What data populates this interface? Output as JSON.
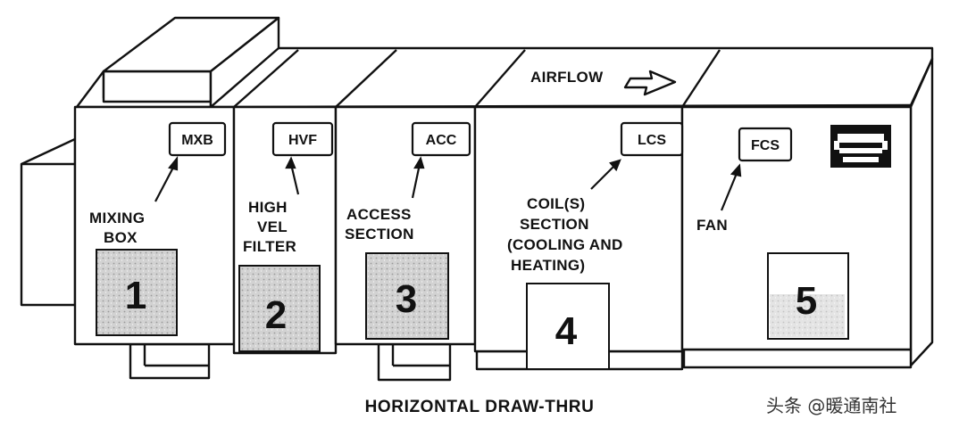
{
  "diagram": {
    "caption": "HORIZONTAL DRAW-THRU",
    "airflow_label": "AIRFLOW",
    "airflow_icon": "arrow-right-icon",
    "watermark": "头条 @暖通南社",
    "sections": [
      {
        "code": "MXB",
        "label_lines": [
          "MIXING",
          "BOX"
        ],
        "number": "1"
      },
      {
        "code": "HVF",
        "label_lines": [
          "HIGH",
          "VEL",
          "FILTER"
        ],
        "number": "2"
      },
      {
        "code": "ACC",
        "label_lines": [
          "ACCESS",
          "SECTION"
        ],
        "number": "3"
      },
      {
        "code": "LCS",
        "label_lines": [
          "COIL(S)",
          "SECTION",
          "(COOLING AND",
          "HEATING)"
        ],
        "number": "4"
      },
      {
        "code": "FCS",
        "label_lines": [
          "FAN"
        ],
        "number": "5"
      }
    ]
  }
}
